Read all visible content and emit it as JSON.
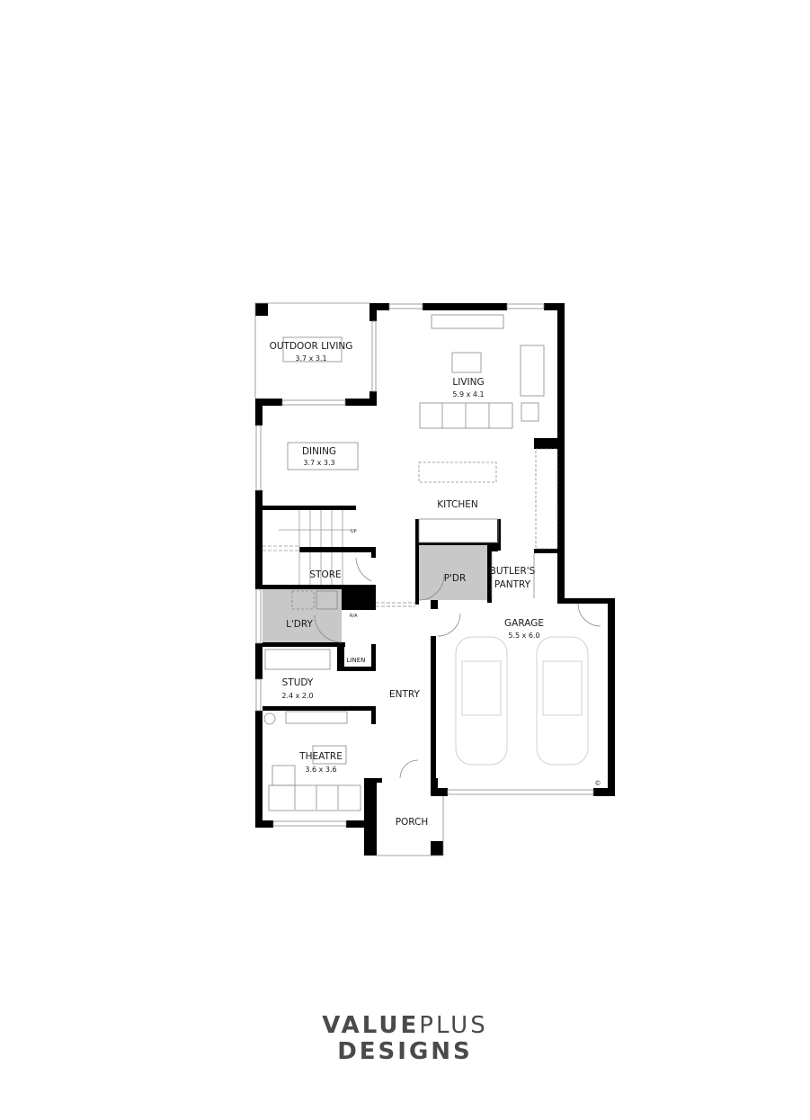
{
  "plan": {
    "rooms": [
      {
        "id": "outdoor-living",
        "name": "OUTDOOR LIVING",
        "size": "3.7 x 3.1"
      },
      {
        "id": "living",
        "name": "LIVING",
        "size": "5.9 x 4.1"
      },
      {
        "id": "dining",
        "name": "DINING",
        "size": "3.7 x 3.3"
      },
      {
        "id": "kitchen",
        "name": "KITCHEN",
        "size": ""
      },
      {
        "id": "store",
        "name": "STORE",
        "size": ""
      },
      {
        "id": "pdr",
        "name": "P'DR",
        "size": ""
      },
      {
        "id": "butlers-pantry",
        "name": "BUTLER'S",
        "name2": "PANTRY",
        "size": ""
      },
      {
        "id": "ldry",
        "name": "L'DRY",
        "size": ""
      },
      {
        "id": "linen",
        "name": "LINEN",
        "size": ""
      },
      {
        "id": "garage",
        "name": "GARAGE",
        "size": "5.5 x 6.0"
      },
      {
        "id": "study",
        "name": "STUDY",
        "size": "2.4 x 2.0"
      },
      {
        "id": "entry",
        "name": "ENTRY",
        "size": ""
      },
      {
        "id": "theatre",
        "name": "THEATRE",
        "size": "3.6 x 3.6"
      },
      {
        "id": "porch",
        "name": "PORCH",
        "size": ""
      }
    ],
    "annotations": {
      "stair_up": "UP",
      "ra": "R/A",
      "copyright": "©"
    },
    "colors": {
      "wall": "#000000",
      "wet_area": "#c8c8c8",
      "furniture": "#555555",
      "car": "#d0d0d0"
    }
  },
  "logo": {
    "line1_bold": "VALUE",
    "line1_light": "PLUS",
    "line2": "DESIGNS",
    "color": "#4a4a4a"
  }
}
